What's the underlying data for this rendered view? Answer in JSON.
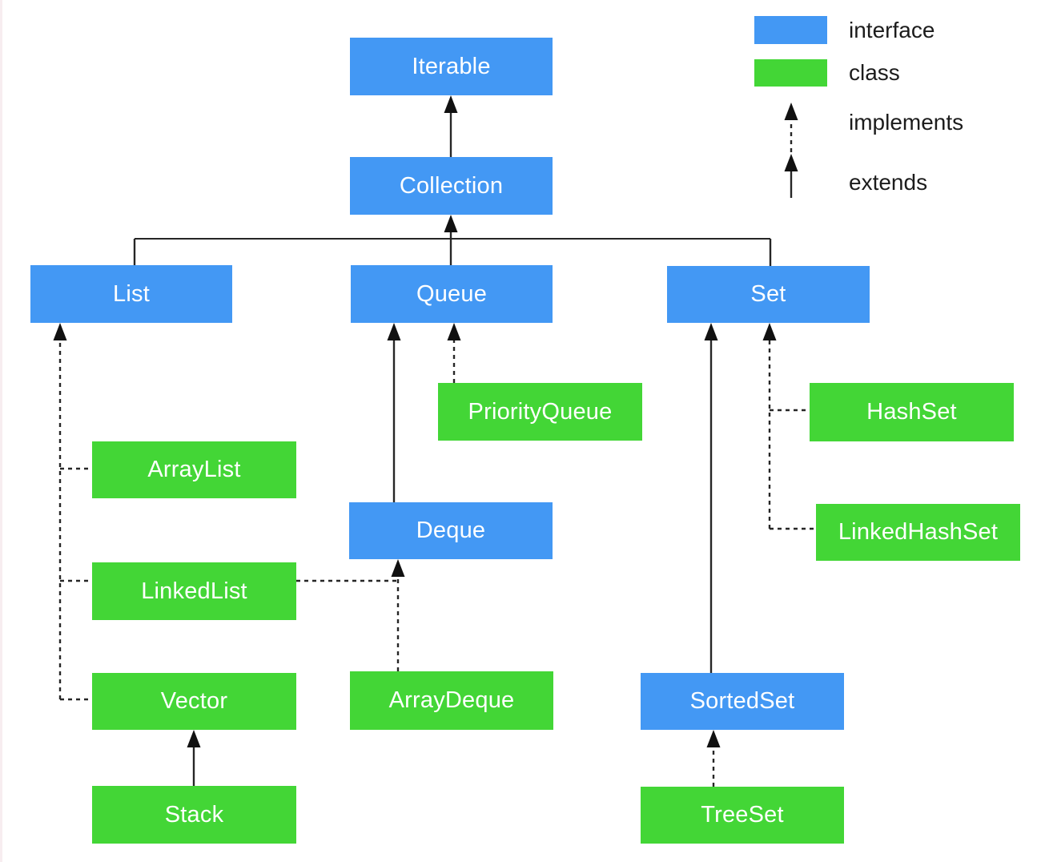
{
  "diagram": {
    "subject": "Java Collections Framework hierarchy",
    "colors": {
      "interface": "#4398f4",
      "class": "#43d636",
      "line": "#262626",
      "node_text": "#ffffff",
      "legend_text": "#1c1c1c"
    },
    "nodes": [
      {
        "id": "iterable",
        "label": "Iterable",
        "kind": "interface"
      },
      {
        "id": "collection",
        "label": "Collection",
        "kind": "interface"
      },
      {
        "id": "list",
        "label": "List",
        "kind": "interface"
      },
      {
        "id": "queue",
        "label": "Queue",
        "kind": "interface"
      },
      {
        "id": "set",
        "label": "Set",
        "kind": "interface"
      },
      {
        "id": "priorityqueue",
        "label": "PriorityQueue",
        "kind": "class"
      },
      {
        "id": "hashset",
        "label": "HashSet",
        "kind": "class"
      },
      {
        "id": "arraylist",
        "label": "ArrayList",
        "kind": "class"
      },
      {
        "id": "deque",
        "label": "Deque",
        "kind": "interface"
      },
      {
        "id": "linkedhashset",
        "label": "LinkedHashSet",
        "kind": "class"
      },
      {
        "id": "linkedlist",
        "label": "LinkedList",
        "kind": "class"
      },
      {
        "id": "arraydeque",
        "label": "ArrayDeque",
        "kind": "class"
      },
      {
        "id": "vector",
        "label": "Vector",
        "kind": "class"
      },
      {
        "id": "sortedset",
        "label": "SortedSet",
        "kind": "interface"
      },
      {
        "id": "stack",
        "label": "Stack",
        "kind": "class"
      },
      {
        "id": "treeset",
        "label": "TreeSet",
        "kind": "class"
      }
    ],
    "edges": [
      {
        "from": "Collection",
        "to": "Iterable",
        "relation": "extends"
      },
      {
        "from": "List",
        "to": "Collection",
        "relation": "extends"
      },
      {
        "from": "Queue",
        "to": "Collection",
        "relation": "extends"
      },
      {
        "from": "Set",
        "to": "Collection",
        "relation": "extends"
      },
      {
        "from": "ArrayList",
        "to": "List",
        "relation": "implements"
      },
      {
        "from": "LinkedList",
        "to": "List",
        "relation": "implements"
      },
      {
        "from": "Vector",
        "to": "List",
        "relation": "implements"
      },
      {
        "from": "Stack",
        "to": "Vector",
        "relation": "extends"
      },
      {
        "from": "PriorityQueue",
        "to": "Queue",
        "relation": "implements"
      },
      {
        "from": "Deque",
        "to": "Queue",
        "relation": "extends"
      },
      {
        "from": "LinkedList",
        "to": "Deque",
        "relation": "implements"
      },
      {
        "from": "ArrayDeque",
        "to": "Deque",
        "relation": "implements"
      },
      {
        "from": "HashSet",
        "to": "Set",
        "relation": "implements"
      },
      {
        "from": "LinkedHashSet",
        "to": "Set",
        "relation": "implements"
      },
      {
        "from": "SortedSet",
        "to": "Set",
        "relation": "extends"
      },
      {
        "from": "TreeSet",
        "to": "SortedSet",
        "relation": "implements"
      }
    ],
    "legend": {
      "items": [
        {
          "label": "interface",
          "marker": "blue-box"
        },
        {
          "label": "class",
          "marker": "green-box"
        },
        {
          "label": "implements",
          "marker": "dashed-arrow"
        },
        {
          "label": "extends",
          "marker": "solid-arrow"
        }
      ]
    }
  }
}
